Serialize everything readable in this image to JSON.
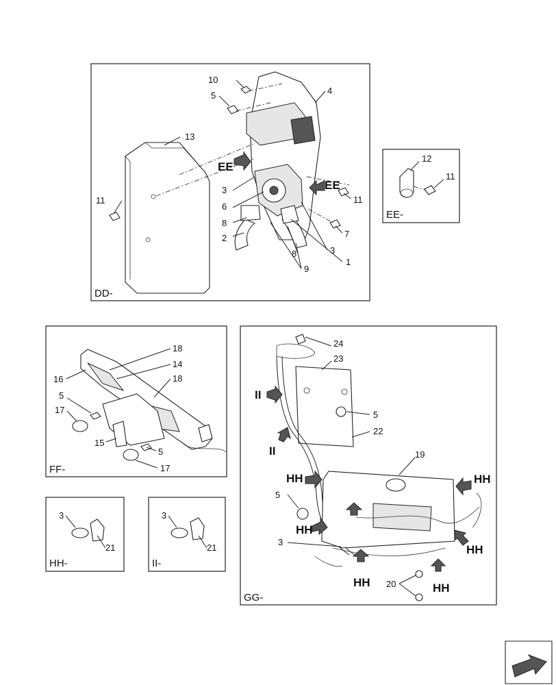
{
  "panels": {
    "dd": {
      "caption": "DD-"
    },
    "ee": {
      "caption": "EE-"
    },
    "ff": {
      "caption": "FF-"
    },
    "gg": {
      "caption": "GG-"
    },
    "hh": {
      "caption": "HH-"
    },
    "ii": {
      "caption": "II-"
    }
  },
  "callouts": {
    "dd": [
      "10",
      "5",
      "4",
      "13",
      "3",
      "6",
      "8",
      "2",
      "11",
      "11",
      "7",
      "3",
      "8",
      "1",
      "9"
    ],
    "dd_arrows": [
      "EE",
      "EE"
    ],
    "ee": [
      "12",
      "11"
    ],
    "ff": [
      "18",
      "14",
      "16",
      "18",
      "5",
      "17",
      "15",
      "5",
      "17"
    ],
    "gg": [
      "24",
      "23",
      "5",
      "22",
      "19",
      "5",
      "3",
      "20"
    ],
    "gg_arrows": [
      "II",
      "II",
      "HH",
      "HH",
      "HH",
      "HH",
      "HH",
      "HH"
    ],
    "hh": [
      "3",
      "21"
    ],
    "ii": [
      "3",
      "21"
    ]
  },
  "icons": {
    "corner": "next-page-arrow-icon"
  }
}
